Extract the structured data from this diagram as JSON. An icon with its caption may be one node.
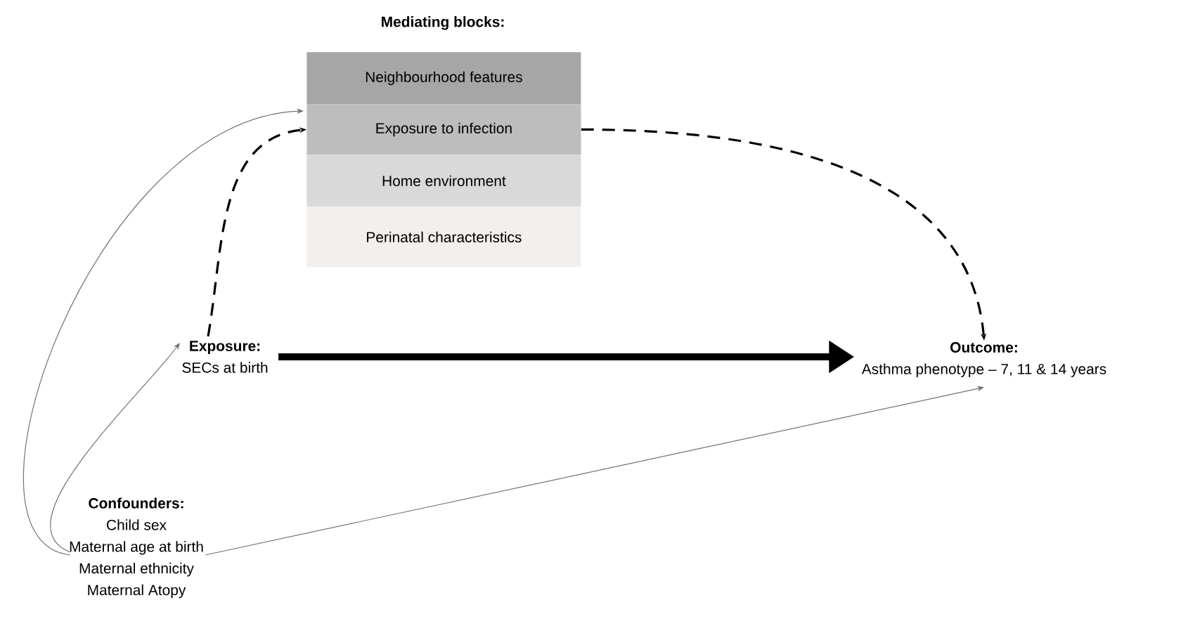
{
  "diagram": {
    "nodes": [
      {
        "text": [
          "Neighbourhood features"
        ]
      },
      {
        "text": [
          "Exposure to infection"
        ]
      },
      {
        "text": [
          "Home environment"
        ]
      },
      {
        "text": [
          "Perinatal characteristics"
        ]
      },
      {
        "text": [
          "Exposure:",
          "SECs at birth"
        ]
      },
      {
        "text": [
          "Outcome:",
          "Asthma phenotype – 7, 11 & 14 years"
        ]
      },
      {
        "text": [
          "Confounders:",
          "Child sex",
          "Maternal age at birth",
          "Maternal ethnicity",
          "Maternal Atopy"
        ]
      }
    ],
    "edges": [
      {
        "from": 4,
        "to": 1,
        "arrow": "to",
        "style": "dashed"
      },
      {
        "from": 1,
        "to": 5,
        "arrow": "to",
        "style": "dashed"
      },
      {
        "from": 4,
        "to": 5,
        "arrow": "to",
        "style": "thick"
      },
      {
        "from": 6,
        "to": 1,
        "arrow": "to",
        "color": "#737373"
      },
      {
        "from": 6,
        "to": 4,
        "arrow": "to",
        "color": "#737373"
      },
      {
        "from": 6,
        "to": 5,
        "arrow": "to",
        "color": "#737373"
      }
    ],
    "labels": [
      "Mediating blocks:"
    ]
  }
}
